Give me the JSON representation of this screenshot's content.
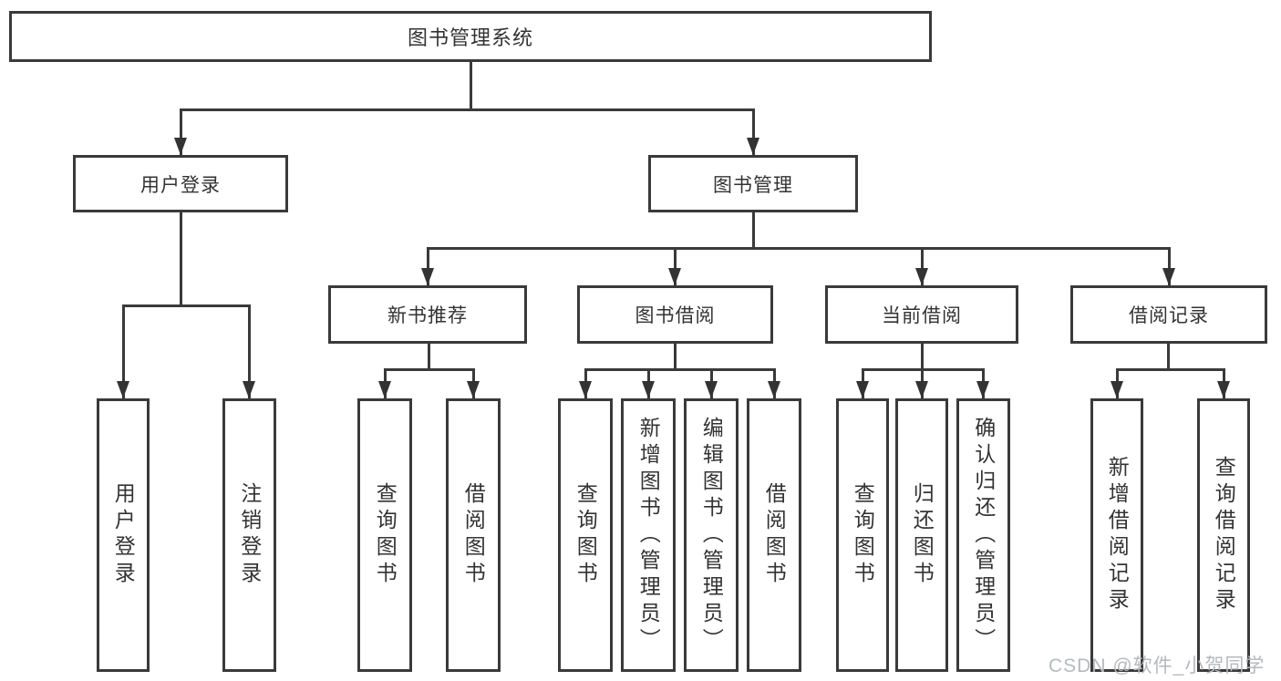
{
  "tree": {
    "root": "图书管理系统",
    "children": [
      {
        "label": "用户登录",
        "children": [
          {
            "label": "用户登录"
          },
          {
            "label": "注销登录"
          }
        ]
      },
      {
        "label": "图书管理",
        "children": [
          {
            "label": "新书推荐",
            "children": [
              {
                "label": "查询图书"
              },
              {
                "label": "借阅图书"
              }
            ]
          },
          {
            "label": "图书借阅",
            "children": [
              {
                "label": "查询图书"
              },
              {
                "label": "新增图书（管理员）"
              },
              {
                "label": "编辑图书（管理员）"
              },
              {
                "label": "借阅图书"
              }
            ]
          },
          {
            "label": "当前借阅",
            "children": [
              {
                "label": "查询图书"
              },
              {
                "label": "归还图书"
              },
              {
                "label": "确认归还（管理员）"
              }
            ]
          },
          {
            "label": "借阅记录",
            "children": [
              {
                "label": "新增借阅记录"
              },
              {
                "label": "查询借阅记录"
              }
            ]
          }
        ]
      }
    ]
  },
  "watermark": "CSDN @软件_小贺同学",
  "colors": {
    "line": "#3a3a3a",
    "text": "#333333",
    "watermark": "#b6b9be",
    "background": "#ffffff"
  }
}
